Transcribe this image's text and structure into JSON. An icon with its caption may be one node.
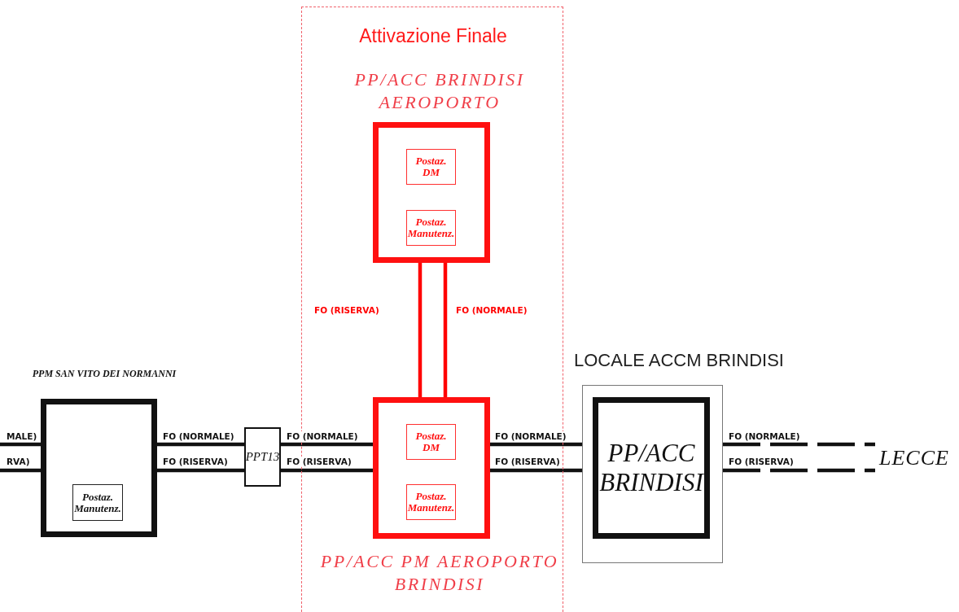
{
  "diagram": {
    "nodes": [
      {
        "text": [
          "Attivazione Finale"
        ]
      },
      {
        "text": [
          "PP/ACC BRINDISI AEROPORTO"
        ],
        "in": 0
      },
      {
        "text": [
          "Postaz. DM"
        ],
        "in": 1
      },
      {
        "text": [
          "Postaz. Manutenz."
        ],
        "in": 1
      },
      {
        "text": [
          "PP/ACC PM AEROPORTO BRINDISI"
        ],
        "in": 0
      },
      {
        "text": [
          "Postaz. DM"
        ],
        "in": 4
      },
      {
        "text": [
          "Postaz. Manutenz."
        ],
        "in": 4
      },
      {
        "text": [
          "PPM SAN VITO DEI NORMANNI"
        ]
      },
      {
        "text": [
          "Postaz. Manutenz."
        ],
        "in": 7
      },
      {
        "text": [
          "PPT13"
        ]
      },
      {
        "text": [
          "LOCALE ACCM BRINDISI"
        ]
      },
      {
        "text": [
          "PP/ACC BRINDISI"
        ],
        "in": 10
      },
      {
        "text": [
          "LECCE"
        ]
      }
    ],
    "edges": [
      {
        "from": null,
        "to": 7,
        "arrow": "none",
        "label": "MALE)"
      },
      {
        "from": null,
        "to": 7,
        "arrow": "none",
        "label": "RVA)"
      },
      {
        "from": 7,
        "to": 9,
        "arrow": "none",
        "label": "FO (NORMALE)"
      },
      {
        "from": 7,
        "to": 9,
        "arrow": "none",
        "label": "FO (RISERVA)"
      },
      {
        "from": 9,
        "to": 4,
        "arrow": "none",
        "label": "FO (NORMALE)"
      },
      {
        "from": 9,
        "to": 4,
        "arrow": "none",
        "label": "FO (RISERVA)"
      },
      {
        "from": 4,
        "to": 10,
        "arrow": "none",
        "label": "FO (NORMALE)"
      },
      {
        "from": 4,
        "to": 10,
        "arrow": "none",
        "label": "FO (RISERVA)"
      },
      {
        "from": 10,
        "to": 12,
        "arrow": "none",
        "label": "FO (NORMALE)",
        "style": "dashed"
      },
      {
        "from": 10,
        "to": 12,
        "arrow": "none",
        "label": "FO (RISERVA)",
        "style": "dashed"
      },
      {
        "from": 4,
        "to": 1,
        "arrow": "none",
        "label": "FO (RISERVA)",
        "color": "#ff0000"
      },
      {
        "from": 4,
        "to": 1,
        "arrow": "none",
        "label": "FO (NORMALE)",
        "color": "#ff0000"
      }
    ]
  }
}
